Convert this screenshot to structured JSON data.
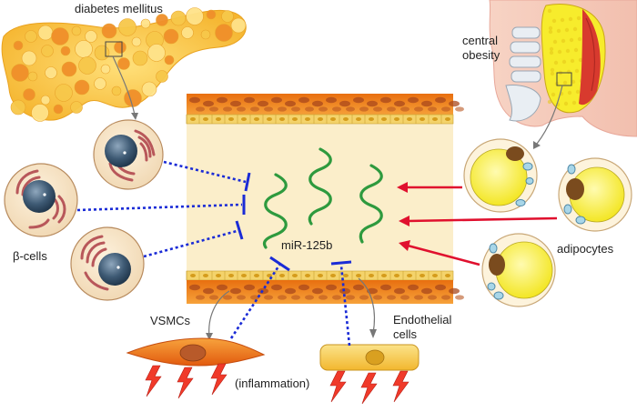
{
  "labels": {
    "diabetes": "diabetes mellitus",
    "obesity_line1": "central",
    "obesity_line2": "obesity",
    "beta_cells": "β-cells",
    "mirna": "miR-125b",
    "adipocytes": "adipocytes",
    "vsmcs": "VSMCs",
    "endothelial_line1": "Endothelial",
    "endothelial_line2": "cells",
    "inflammation": "(inflammation)"
  },
  "colors": {
    "inhibition": "#1a2bd6",
    "activation": "#e0102e",
    "mirna": "#2e9a3e",
    "vessel_lumen": "#fbeeca",
    "vessel_wall": "#ee8a1e",
    "adipocyte": "#f7ef2a",
    "pancreas": "#f6c33c",
    "lightning": "#f03a2a"
  }
}
